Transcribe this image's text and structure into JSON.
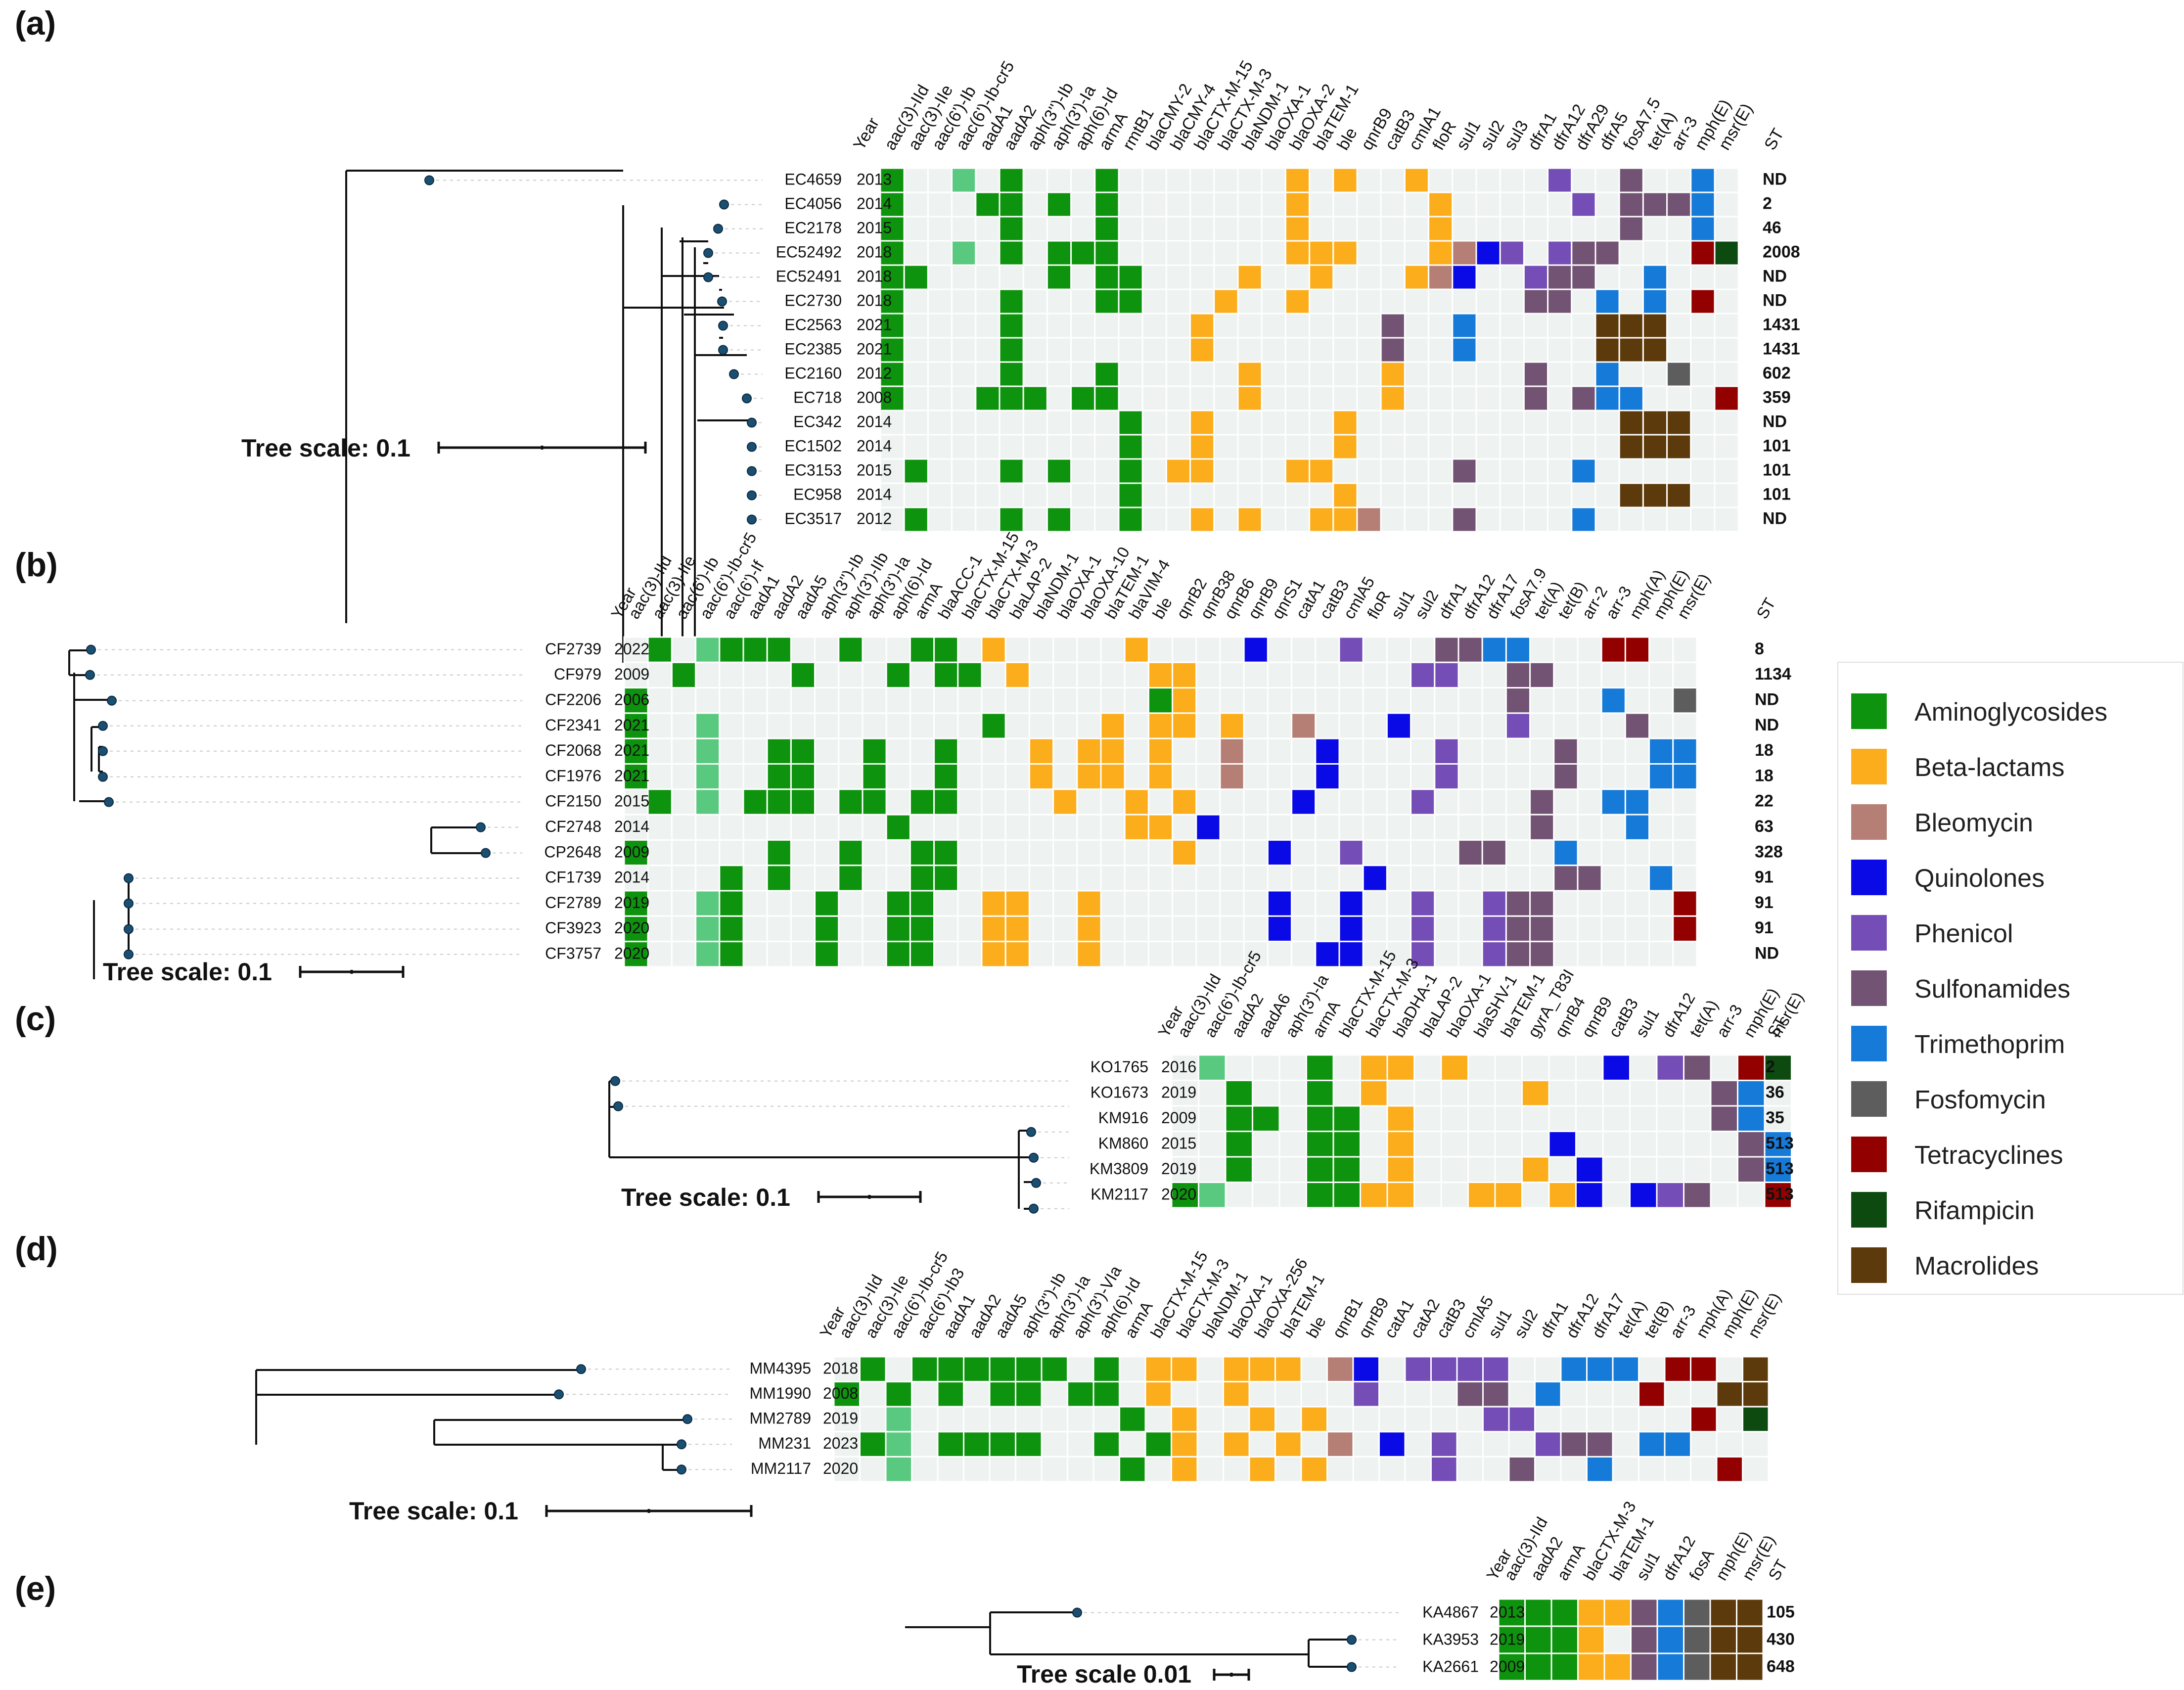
{
  "colors": {
    "A": "#0d930d",
    "a": "#58c97e",
    "B": "#fcad1c",
    "L": "#b57f75",
    "Q": "#0a0ae6",
    "P": "#744db6",
    "S": "#725373",
    "T": "#157ad8",
    "F": "#5d5d5d",
    "X": "#920000",
    "R": "#0c4a10",
    "M": "#5d3a0b",
    "bg": "#eef3f2",
    "tree": "#101010",
    "node": "#1b4f72"
  },
  "legend": [
    {
      "label": "Aminoglycosides",
      "color": "#0d930d"
    },
    {
      "label": "Beta-lactams",
      "color": "#fcad1c"
    },
    {
      "label": "Bleomycin",
      "color": "#b57f75"
    },
    {
      "label": "Quinolones",
      "color": "#0a0ae6"
    },
    {
      "label": "Phenicol",
      "color": "#744db6"
    },
    {
      "label": "Sulfonamides",
      "color": "#725373"
    },
    {
      "label": "Trimethoprim",
      "color": "#157ad8"
    },
    {
      "label": "Fosfomycin",
      "color": "#5d5d5d"
    },
    {
      "label": "Tetracyclines",
      "color": "#920000"
    },
    {
      "label": "Rifampicin",
      "color": "#0c4a10"
    },
    {
      "label": "Macrolides",
      "color": "#5d3a0b"
    }
  ],
  "panels": [
    {
      "id": "a",
      "panel_label": "(a)",
      "tree_scale": "Tree scale: 0.1",
      "year_header": "Year",
      "st_header": "ST",
      "genes": [
        "aac(3)-IId",
        "aac(3)-IIe",
        "aac(6')-Ib",
        "aac(6')-Ib-cr5",
        "aadA1",
        "aadA2",
        "aph(3'')-Ib",
        "aph(3')-Ia",
        "aph(6)-Id",
        "armA",
        "rmtB1",
        "blaCMY-2",
        "blaCMY-4",
        "blaCTX-M-15",
        "blaCTX-M-3",
        "blaNDM-1",
        "blaOXA-1",
        "blaOXA-2",
        "blaTEM-1",
        "ble",
        "qnrB9",
        "catB3",
        "cmlA1",
        "floR",
        "sul1",
        "sul2",
        "sul3",
        "dfrA1",
        "dfrA12",
        "dfrA29",
        "dfrA5",
        "fosA7.5",
        "tet(A)",
        "arr-3",
        "mph(E)",
        "msr(E)"
      ],
      "gene_classes": "AAAAAAAAAABBBBBBBBBLQPPPSSSTTTTFXRMM",
      "rows": [
        {
          "id": "EC4659",
          "year": "2013",
          "st": "ND",
          "cells": "A..a.A...A.......B.B..B.....P..S..T....MMM"
        },
        {
          "id": "EC4056",
          "year": "2014",
          "st": "2",
          "cells": "A...AA.A.A.......B.....B.....P.SSST...X.MMM"
        },
        {
          "id": "EC2178",
          "year": "2015",
          "st": "46",
          "cells": "A....A...A.......B.....B.......S..T.....MMM"
        },
        {
          "id": "EC52492",
          "year": "2018",
          "st": "2008",
          "cells": "A..a.A.AAA.......BBB...BLQP.PSS...XRMMM"
        },
        {
          "id": "EC52491",
          "year": "2018",
          "st": "ND",
          "cells": "AA.....A.AA....B..B...BLQ..PSS..T...X.MMM"
        },
        {
          "id": "EC2730",
          "year": "2018",
          "st": "ND",
          "cells": "A....A...AA...B..B.........SS.T.T.X.MMM"
        },
        {
          "id": "EC2563",
          "year": "2021",
          "st": "1431",
          "cells": "A....A.......B.......S..T.....MMM"
        },
        {
          "id": "EC2385",
          "year": "2021",
          "st": "1431",
          "cells": "A....A.......B.......S..T.....MMM"
        },
        {
          "id": "EC2160",
          "year": "2012",
          "st": "602",
          "cells": "A....A...A.....B.....B.....S..T..F..MMM"
        },
        {
          "id": "EC718",
          "year": "2008",
          "st": "359",
          "cells": "A...AAA.AA.....B.....B.....S.STT...X.MMM"
        },
        {
          "id": "EC342",
          "year": "2014",
          "st": "ND",
          "cells": "..........A..B.....B...........MMM"
        },
        {
          "id": "EC1502",
          "year": "2014",
          "st": "101",
          "cells": "..........A..B.....B...........MMM"
        },
        {
          "id": "EC3153",
          "year": "2015",
          "st": "101",
          "cells": ".A...A.A..A.BB...BB.....S....T......MMM"
        },
        {
          "id": "EC958",
          "year": "2014",
          "st": "101",
          "cells": "..........A........B...........MMM"
        },
        {
          "id": "EC3517",
          "year": "2012",
          "st": "ND",
          "cells": ".A...A.A..A..B.B..BBL...S....T......MMM"
        }
      ]
    },
    {
      "id": "b",
      "panel_label": "(b)",
      "tree_scale": "Tree scale: 0.1",
      "year_header": "Year",
      "st_header": "ST",
      "genes": [
        "aac(3)-IId",
        "aac(3)-IIe",
        "aac(6')-Ib",
        "aac(6')-Ib-cr5",
        "aac(6')-If",
        "aadA1",
        "aadA2",
        "aadA5",
        "aph(3'')-Ib",
        "aph(3')-IIb",
        "aph(3')-Ia",
        "aph(6)-Id",
        "armA",
        "blaACC-1",
        "blaCTX-M-15",
        "blaCTX-M-3",
        "blaLAP-2",
        "blaNDM-1",
        "blaOXA-1",
        "blaOXA-10",
        "blaTEM-1",
        "blaVIM-4",
        "ble",
        "qnrB2",
        "qnrB38",
        "qnrB6",
        "qnrB9",
        "qnrS1",
        "catA1",
        "catB3",
        "cmlA5",
        "floR",
        "sul1",
        "sul2",
        "dfrA1",
        "dfrA12",
        "dfrA17",
        "fosA7.9",
        "tet(A)",
        "tet(B)",
        "arr-2",
        "arr-3",
        "mph(A)",
        "mph(E)",
        "msr(E)"
      ],
      "gene_classes": "AAAAAAAAAAAAABBBBBBBBBLQQQQQPPPPSSTTTFXXRRMMM",
      "rows": [
        {
          "id": "CF2739",
          "year": "2022",
          "st": "8",
          "cells": ".A.aAAA..A..AA.B.....B....Q...P...SSTT...XX...MM"
        },
        {
          "id": "CF979",
          "year": "2009",
          "st": "1134",
          "cells": "..A....A...A.AA.B.....BB.........PP..SS......X.R.MM"
        },
        {
          "id": "CF2206",
          "year": "2006",
          "st": "ND",
          "cells": "A.....................AB.............S...T..F....MM"
        },
        {
          "id": "CF2341",
          "year": "2021",
          "st": "ND",
          "cells": "A..a...........A....B.BB.B..L...Q....P....S...TT...RMMM"
        },
        {
          "id": "CF2068",
          "year": "2021",
          "st": "18",
          "cells": "A..a..AA..A..A...B.BB.B..L...Q....P....S...TT...RMMM"
        },
        {
          "id": "CF1976",
          "year": "2021",
          "st": "18",
          "cells": "A..a..AA..A..A...B.BB.B..L...Q....P....S...TT...RMMM"
        },
        {
          "id": "CF2150",
          "year": "2015",
          "st": "22",
          "cells": ".A.a.AAA.AA.AA....B..B.B....Q....P....S..TT..X...MMM"
        },
        {
          "id": "CF2748",
          "year": "2014",
          "st": "63",
          "cells": "...........A.........BB.Q.............S...T.......MMM"
        },
        {
          "id": "CP2648",
          "year": "2009",
          "st": "328",
          "cells": "A.....A..A..AA.........B...Q..P....SS..T.......MMM"
        },
        {
          "id": "CF1739",
          "year": "2014",
          "st": "91",
          "cells": "....A.A..A..AA.................Q.......SS..T..X....MMM"
        },
        {
          "id": "CF2789",
          "year": "2019",
          "st": "91",
          "cells": "A..aA...A..AA..BB..B.......Q..Q..P..PSS.....X..R.MMM"
        },
        {
          "id": "CF3923",
          "year": "2020",
          "st": "91",
          "cells": "A..aA...A..AA..BB..B.......Q..Q..P..PSS.....X..R.MMM"
        },
        {
          "id": "CF3757",
          "year": "2020",
          "st": "ND",
          "cells": "A..aA...A..AA..BB..B.........QQ..P..PSS...........MMM"
        }
      ]
    },
    {
      "id": "c",
      "panel_label": "(c)",
      "tree_scale": "Tree scale: 0.1",
      "year_header": "Year",
      "st_header": "ST",
      "genes": [
        "aac(3)-IId",
        "aac(6')-Ib-cr5",
        "aadA2",
        "aadA6",
        "aph(3')-Ia",
        "armA",
        "blaCTX-M-15",
        "blaCTX-M-3",
        "blaDHA-1",
        "blaLAP-2",
        "blaOXA-1",
        "blaSHV-1",
        "blaTEM-1",
        "gyrA_T83I",
        "qnrB4",
        "qnrB9",
        "catB3",
        "sul1",
        "dfrA12",
        "tet(A)",
        "arr-3",
        "mph(E)",
        "msr(E)"
      ],
      "gene_classes": "AAAAAABBBBBBBQQQPSTXRMM",
      "rows": [
        {
          "id": "KO1765",
          "year": "2016",
          "st": "2",
          "cells": ".a...A.BB.B.....Q.PS.XRMM"
        },
        {
          "id": "KO1673",
          "year": "2019",
          "st": "36",
          "cells": "..A..A.B.....B......ST..MM"
        },
        {
          "id": "KM916",
          "year": "2009",
          "st": "35",
          "cells": "..AA.AA.B...........ST..MM"
        },
        {
          "id": "KM860",
          "year": "2015",
          "st": "513",
          "cells": "..A..AA.B.....Q......ST..MM"
        },
        {
          "id": "KM3809",
          "year": "2019",
          "st": "513",
          "cells": "..A..AA.B....B.Q.....ST..MM"
        },
        {
          "id": "KM2117",
          "year": "2020",
          "st": "513",
          "cells": "Aa...AABB..BB.BQ.QPS..XRMM"
        }
      ]
    },
    {
      "id": "d",
      "panel_label": "(d)",
      "tree_scale": "Tree scale: 0.1",
      "year_header": "Year",
      "st_header": "",
      "genes": [
        "aac(3)-IId",
        "aac(3)-IIe",
        "aac(6')-Ib-cr5",
        "aac(6')-Ib3",
        "aadA1",
        "aadA2",
        "aadA5",
        "aph(3'')-Ib",
        "aph(3')-Ia",
        "aph(3')-VIa",
        "aph(6)-Id",
        "armA",
        "blaCTX-M-15",
        "blaCTX-M-3",
        "blaNDM-1",
        "blaOXA-1",
        "blaOXA-256",
        "blaTEM-1",
        "ble",
        "qnrB1",
        "qnrB9",
        "catA1",
        "catA2",
        "catB3",
        "cmlA5",
        "sul1",
        "sul2",
        "dfrA1",
        "dfrA12",
        "dfrA17",
        "tet(A)",
        "tet(B)",
        "arr-3",
        "mph(A)",
        "mph(E)",
        "msr(E)"
      ],
      "gene_classes": "AAAAAAAAAAAABBBBBBLQQPPPPSSTTTXXRMMM",
      "rows": [
        {
          "id": "MM4395",
          "year": "2018",
          "st": "",
          "cells": ".A.AAAAAA.A.BB.BBB.LQ.PPPP..TTT.XX.MMM"
        },
        {
          "id": "MM1990",
          "year": "2008",
          "st": "",
          "cells": "A.A.A.AA.AA.B..B....P...SS.T...X..MMM"
        },
        {
          "id": "MM2789",
          "year": "2019",
          "st": "",
          "cells": "..a........A.B..B.B......PP......X.R.MM"
        },
        {
          "id": "MM231",
          "year": "2023",
          "st": "",
          "cells": ".Aa.AAAA..A.AB.B.B.L.Q.P...PSS.TT...X.MMM"
        },
        {
          "id": "MM2117",
          "year": "2020",
          "st": "",
          "cells": "..a........A.B..B.B....P..S..T....X.R.MM"
        }
      ]
    },
    {
      "id": "e",
      "panel_label": "(e)",
      "tree_scale": "Tree scale 0.01",
      "year_header": "Year",
      "st_header": "ST",
      "genes": [
        "aac(3)-IId",
        "aadA2",
        "armA",
        "blaCTX-M-3",
        "blaTEM-1",
        "sul1",
        "dfrA12",
        "fosA",
        "mph(E)",
        "msr(E)"
      ],
      "gene_classes": "AAABBSTFMM",
      "rows": [
        {
          "id": "KA4867",
          "year": "2013",
          "st": "105",
          "cells": "AAABBSTFMM"
        },
        {
          "id": "KA3953",
          "year": "2019",
          "st": "430",
          "cells": "AAAB.STFMM"
        },
        {
          "id": "KA2661",
          "year": "2009",
          "st": "648",
          "cells": "AAABBSTFMM"
        }
      ]
    }
  ]
}
